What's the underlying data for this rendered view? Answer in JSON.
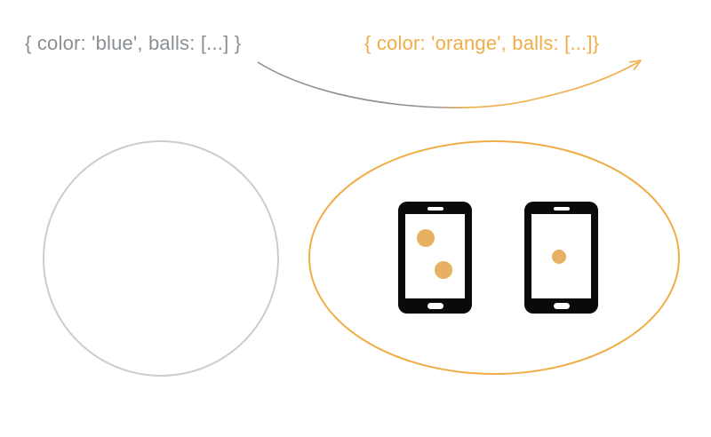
{
  "states": {
    "left": {
      "text": "{ color: 'blue', balls: [...] }",
      "color": "#8a8f93"
    },
    "right": {
      "text": "{ color: 'orange', balls: [...]}",
      "color": "#f0ad45"
    }
  },
  "colors": {
    "empty_circle": "#cccccc",
    "group_ellipse": "#f0ad45",
    "ball": "#e8b062",
    "phone_body": "#0a0a0a",
    "screen": "#ffffff"
  },
  "phones": [
    {
      "name": "phone-1",
      "ball_count": 2
    },
    {
      "name": "phone-2",
      "ball_count": 1
    }
  ]
}
